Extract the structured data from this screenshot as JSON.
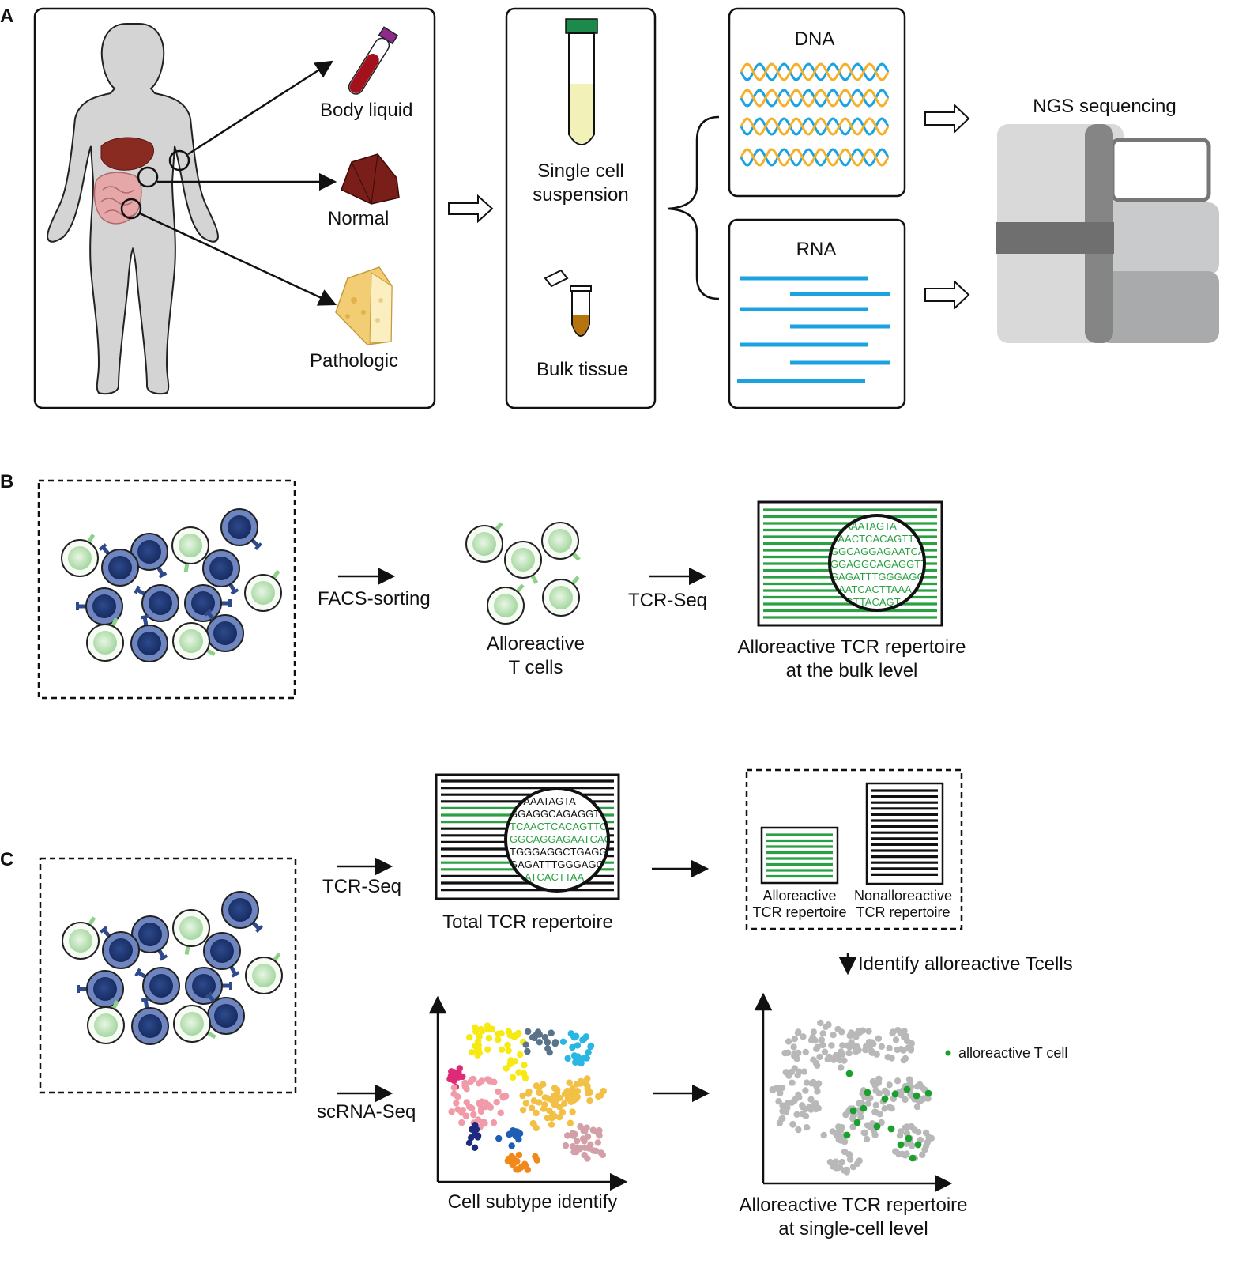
{
  "panels": {
    "a": "A",
    "b": "B",
    "c": "C"
  },
  "panel_a": {
    "body_liquid": "Body liquid",
    "normal": "Normal",
    "pathologic": "Pathologic",
    "single_cell_1": "Single cell",
    "single_cell_2": "suspension",
    "bulk_tissue": "Bulk tissue",
    "dna": "DNA",
    "rna": "RNA",
    "ngs": "NGS sequencing"
  },
  "panel_b": {
    "facs": "FACS-sorting",
    "tcr_seq": "TCR-Seq",
    "allo_1": "Alloreactive",
    "allo_2": "T cells",
    "bulk_1": "Alloreactive TCR repertoire",
    "bulk_2": "at the bulk level",
    "seqs": [
      "TCAAATAGTA",
      "CAACTCACAGTT",
      "GGCAGGAGAATCA",
      "GGAGGCAGAGGTT",
      "GAGATTTGGGAGG",
      "GAATCACTTAAA",
      "AGGTTACAGT"
    ]
  },
  "panel_c": {
    "tcr_seq": "TCR-Seq",
    "scrna_seq": "scRNA-Seq",
    "total_tcr": "Total TCR repertoire",
    "allo_rep_1": "Alloreactive",
    "allo_rep_2": "TCR repertoire",
    "nonallo_rep_1": "Nonalloreactive",
    "nonallo_rep_2": "TCR repertoire",
    "identify": "Identify alloreactive Tcells",
    "subtype": "Cell subtype identify",
    "legend": "alloreactive T cell",
    "sc_1": "Alloreactive TCR repertoire",
    "sc_2": "at single-cell level",
    "seqs": [
      {
        "t": "TCAAATAGTA",
        "c": "#111111"
      },
      {
        "t": "GGAGGCAGAGGT",
        "c": "#111111"
      },
      {
        "t": "TCAACTCACAGTTC",
        "c": "#2aa043"
      },
      {
        "t": "GGCAGGAGAATCAC",
        "c": "#2aa043"
      },
      {
        "t": "TGGGAGGCTGAGG",
        "c": "#111111"
      },
      {
        "t": "GAGATTTGGGAGG",
        "c": "#111111"
      },
      {
        "t": "GAATCACTTAA",
        "c": "#2aa043"
      }
    ]
  },
  "colors": {
    "green_line": "#2aa043",
    "blue_line": "#1aa3e0",
    "orange_line": "#f5b02a",
    "blue_cell": "#3d5a98",
    "green_cell": "#b8e0b0"
  }
}
